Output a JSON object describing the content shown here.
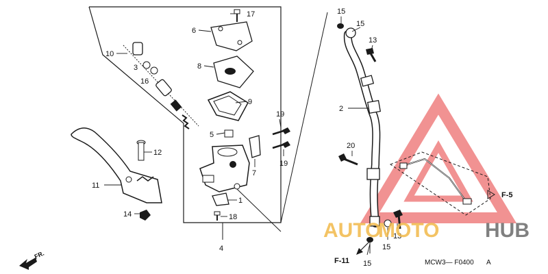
{
  "callouts": {
    "c1": "1",
    "c2": "2",
    "c3": "3",
    "c4": "4",
    "c5": "5",
    "c6": "6",
    "c7": "7",
    "c8": "8",
    "c9": "9",
    "c10": "10",
    "c11": "11",
    "c12": "12",
    "c13a": "13",
    "c13b": "13",
    "c14": "14",
    "c15a": "15",
    "c15b": "15",
    "c15c": "15",
    "c15d": "15",
    "c16": "16",
    "c17": "17",
    "c18": "18",
    "c19a": "19",
    "c19b": "19",
    "c20": "20"
  },
  "references": {
    "f5": "F-5",
    "f11": "F-11",
    "fr": "FR."
  },
  "diagram_code": {
    "main": "MCW3— F0400",
    "suffix": "A"
  },
  "watermark": {
    "part1": "AUTO",
    "part2": "MOTO",
    "part3": "HUB"
  },
  "colors": {
    "line": "#1a1a1a",
    "watermark_red": "#e84a4a",
    "watermark_orange": "#f2b94a",
    "watermark_gray": "#6b6b6b"
  }
}
